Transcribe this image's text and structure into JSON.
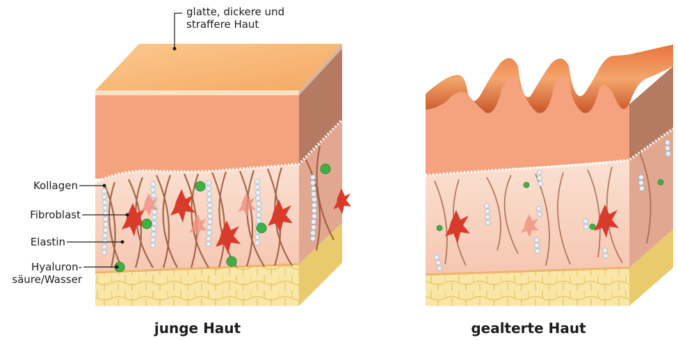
{
  "annotations": {
    "top_label": "glatte, dickere und\nstraffere Haut",
    "collagen": "Kollagen",
    "fibroblast": "Fibroblast",
    "elastin": "Elastin",
    "hyaluronic": "Hyaluron-\nsäure/Wasser"
  },
  "captions": {
    "young": "junge Haut",
    "aged": "gealterte Haut"
  },
  "colors": {
    "epidermis_top": "#f8b97a",
    "epidermis_front": "#f5a27e",
    "epidermis_side": "#b97a63",
    "dermis_front": "#f9d5c4",
    "dermis_side": "#e3a993",
    "hypodermis_front": "#f7e3a0",
    "hypodermis_side": "#e8c865",
    "collagen": "#9c5a3c",
    "fibroblast": "#d93b2b",
    "hyaluronic": "#3fb045",
    "elastin": "#dfe9f1"
  }
}
